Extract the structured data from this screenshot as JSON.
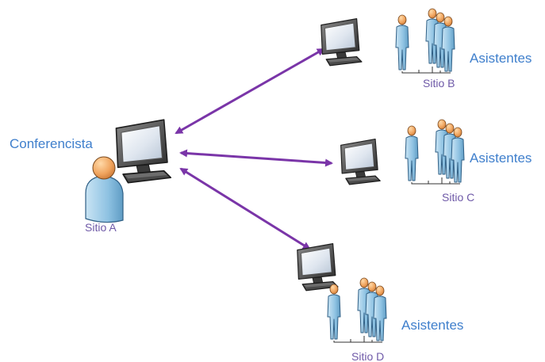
{
  "presenter": {
    "role": "Conferencista",
    "site": "Sitio A"
  },
  "sites": [
    {
      "site": "Sitio B",
      "label": "Asistentes"
    },
    {
      "site": "Sitio C",
      "label": "Asistentes"
    },
    {
      "site": "Sitio D",
      "label": "Asistentes"
    }
  ],
  "colors": {
    "label_blue": "#3f7fcc",
    "site_purple": "#6f5aa8",
    "arrow": "#7a35a8",
    "person_body": "#9fcbe6",
    "person_head": "#f0a45e"
  },
  "icons": [
    "monitor-icon",
    "person-icon",
    "arrow-icon"
  ]
}
